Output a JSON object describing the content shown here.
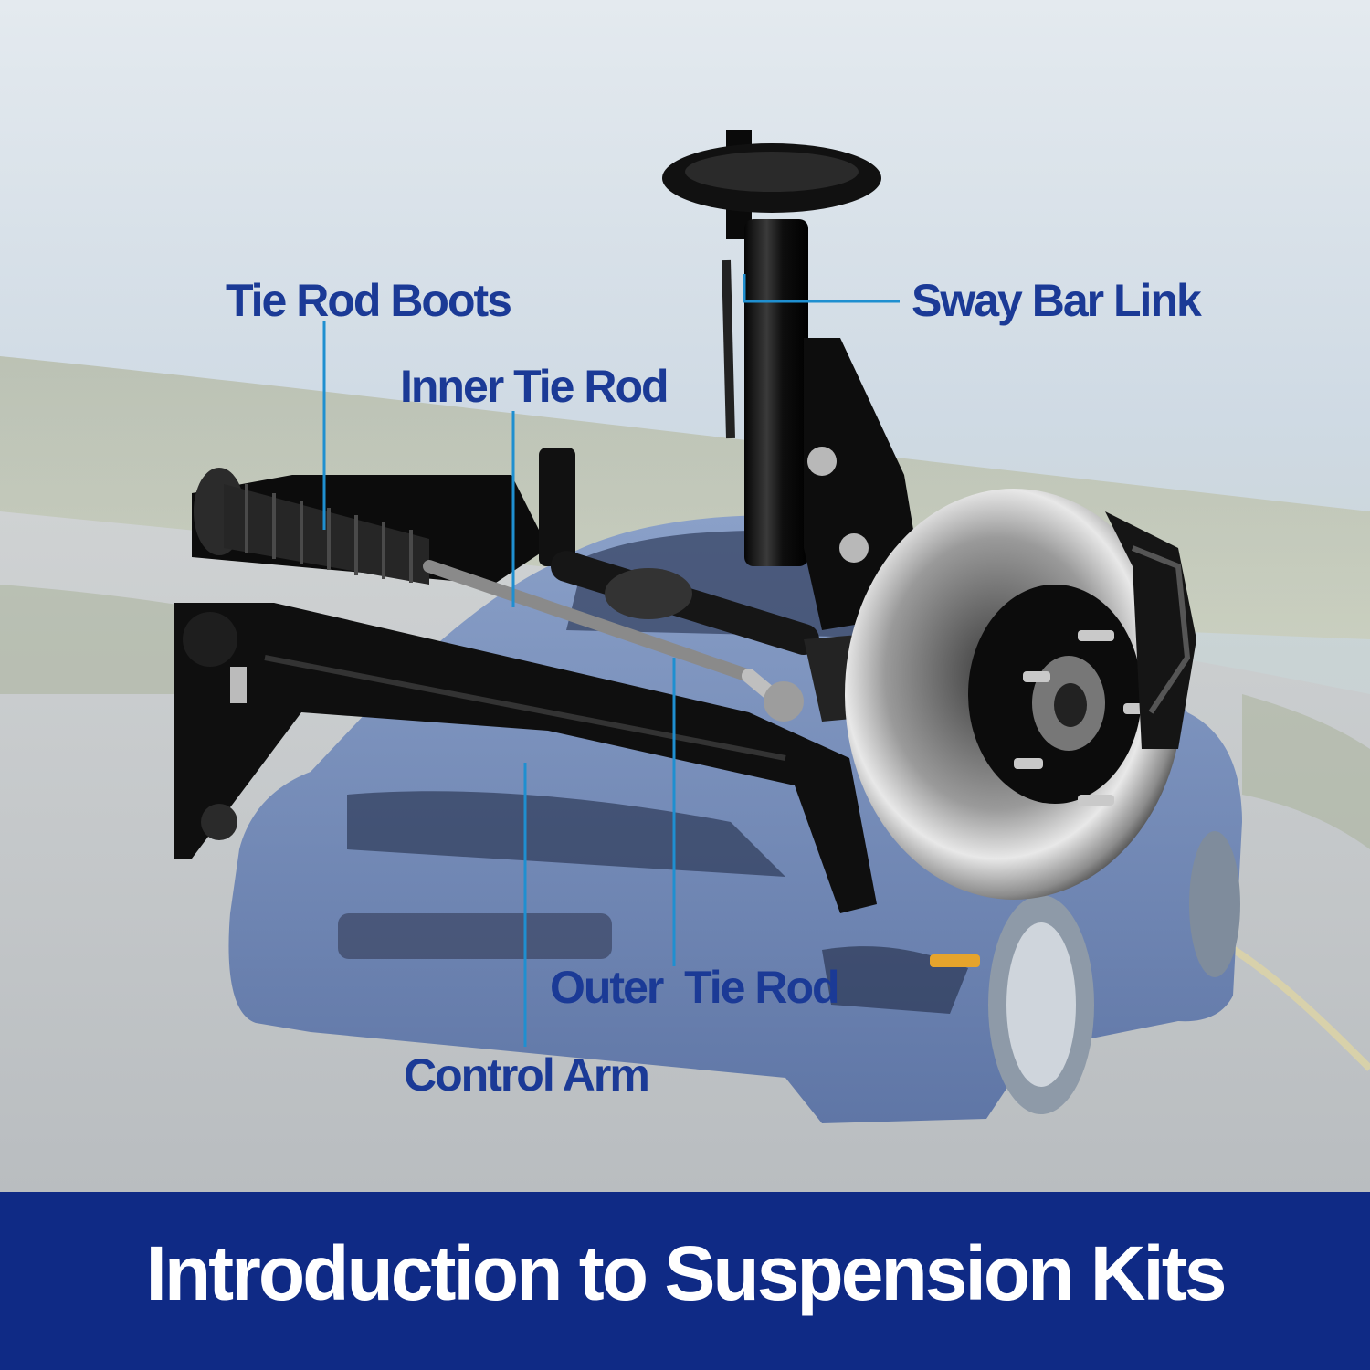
{
  "diagram": {
    "labels": {
      "tie_rod_boots": "Tie Rod Boots",
      "inner_tie_rod": "Inner Tie Rod",
      "sway_bar_link": "Sway Bar Link",
      "outer_tie_rod": "Outer  Tie Rod",
      "control_arm": "Control Arm"
    }
  },
  "banner": {
    "title": "Introduction to Suspension Kits"
  },
  "colors": {
    "label_text": "#1b3a96",
    "leader_line": "#1f8fd0",
    "banner_bg": "#0f2a85",
    "banner_text": "#ffffff",
    "car_body": "#6f86b4",
    "metal_black": "#141414"
  }
}
